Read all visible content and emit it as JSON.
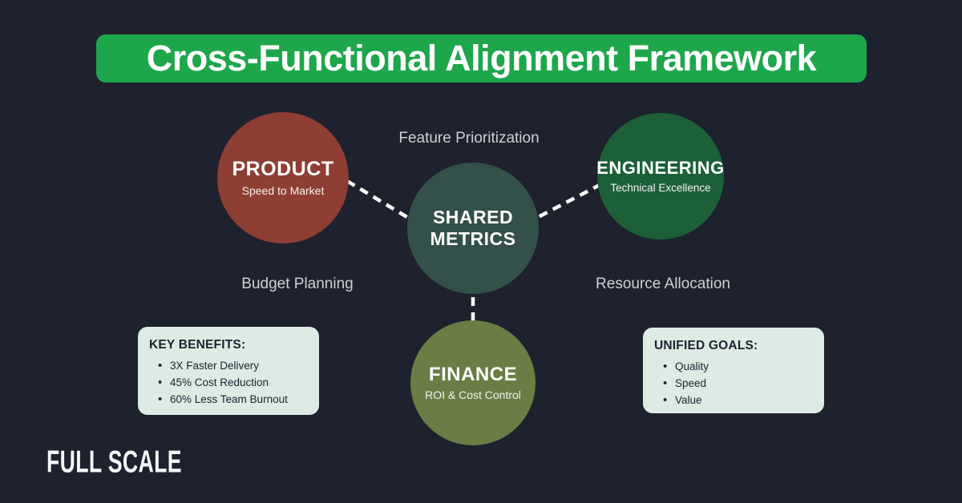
{
  "colors": {
    "background": "#1d222e",
    "banner_green": "#1ea64b",
    "product": "#8e3e33",
    "engineering": "#1d6038",
    "shared_metrics": "#33514a",
    "finance": "#697d45",
    "box_bg": "#dcebe4",
    "box_text": "#1d222e",
    "label_gray": "#cdd0d4"
  },
  "header": {
    "title": "Cross-Functional Alignment Framework"
  },
  "diagram": {
    "nodes": {
      "product": {
        "name": "PRODUCT",
        "tagline": "Speed to Market"
      },
      "engineering": {
        "name": "ENGINEERING",
        "tagline": "Technical Excellence"
      },
      "shared_metrics": {
        "line1": "SHARED",
        "line2": "METRICS"
      },
      "finance": {
        "name": "FINANCE",
        "tagline": "ROI & Cost Control"
      }
    },
    "labels": {
      "feature_prioritization": "Feature Prioritization",
      "budget_planning": "Budget Planning",
      "resource_allocation": "Resource Allocation"
    }
  },
  "benefits_box": {
    "title": "KEY BENEFITS:",
    "items": [
      "3X Faster Delivery",
      "45% Cost Reduction",
      "60% Less Team Burnout"
    ]
  },
  "goals_box": {
    "title": "UNIFIED GOALS:",
    "items": [
      "Quality",
      "Speed",
      "Value"
    ]
  },
  "footer": {
    "logo": "FULL SCALE"
  }
}
